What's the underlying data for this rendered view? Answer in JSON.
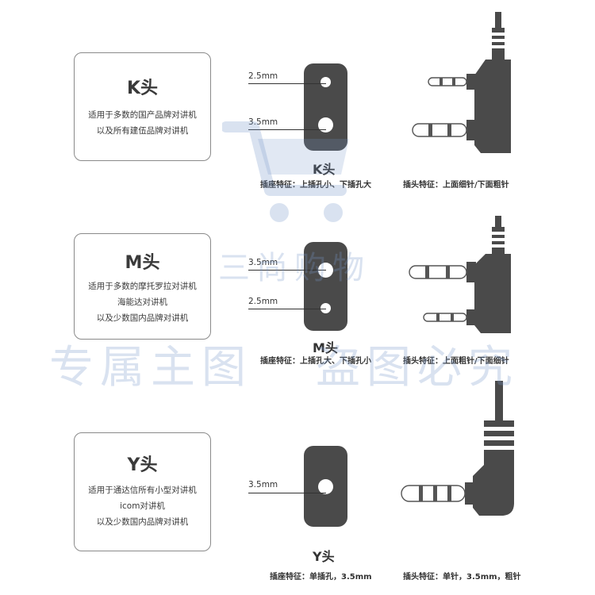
{
  "sections": [
    {
      "card": {
        "title": "K头",
        "lines": [
          "适用于多数的国产品牌对讲机",
          "以及所有建伍品牌对讲机"
        ]
      },
      "socket": {
        "holes": [
          {
            "label": "2.5mm",
            "diameter_mm": 2.5
          },
          {
            "label": "3.5mm",
            "diameter_mm": 3.5
          }
        ],
        "type_label": "K头"
      },
      "caption_socket": "插座特征：上插孔小、下插孔大",
      "caption_plug": "插头特征：上面细针/下面粗针"
    },
    {
      "card": {
        "title": "M头",
        "lines": [
          "适用于多数的摩托罗拉对讲机",
          "海能达对讲机",
          "以及少数国内品牌对讲机"
        ]
      },
      "socket": {
        "holes": [
          {
            "label": "3.5mm",
            "diameter_mm": 3.5
          },
          {
            "label": "2.5mm",
            "diameter_mm": 2.5
          }
        ],
        "type_label": "M头"
      },
      "caption_socket": "插座特征：上插孔大、下插孔小",
      "caption_plug": "插头特征：上面粗针/下面细针"
    },
    {
      "card": {
        "title": "Y头",
        "lines": [
          "适用于通达信所有小型对讲机",
          "icom对讲机",
          "以及少数国内品牌对讲机"
        ]
      },
      "socket": {
        "holes": [
          {
            "label": "3.5mm",
            "diameter_mm": 3.5
          }
        ],
        "type_label": "Y头"
      },
      "caption_socket": "插座特征：单插孔，3.5mm",
      "caption_plug": "插头特征：单针，3.5mm，粗针"
    }
  ],
  "watermark": {
    "brand": "三尚购物",
    "left_text": "专属主图",
    "right_text": "盗图必究",
    "color": "#7896c8"
  }
}
